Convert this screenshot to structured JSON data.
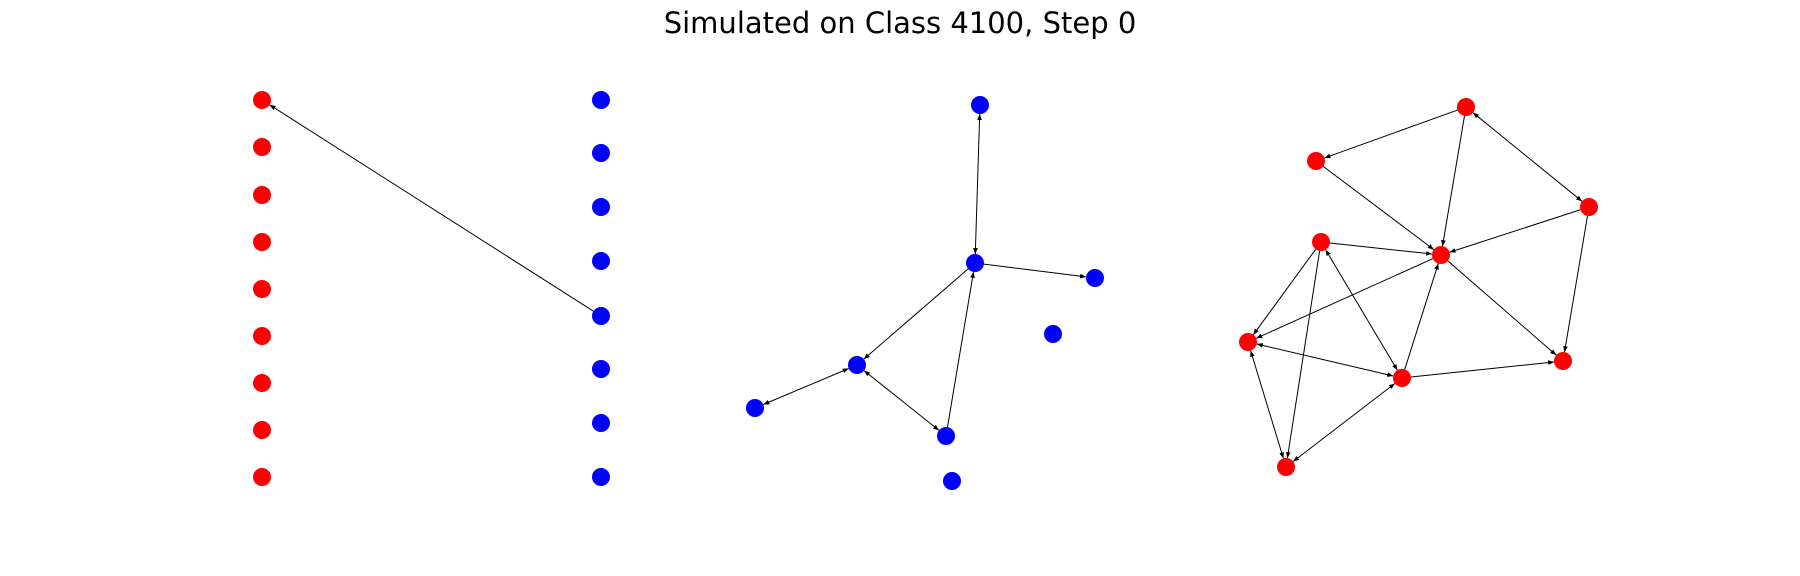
{
  "title": "Simulated on Class 4100, Step 0",
  "colors": {
    "red": "#ff0000",
    "blue": "#0000ff",
    "edge": "#000000",
    "background": "#ffffff"
  },
  "graphs": [
    {
      "name": "bipartite",
      "nodes": [
        {
          "id": "r0",
          "color": "red"
        },
        {
          "id": "r1",
          "color": "red"
        },
        {
          "id": "r2",
          "color": "red"
        },
        {
          "id": "r3",
          "color": "red"
        },
        {
          "id": "r4",
          "color": "red"
        },
        {
          "id": "r5",
          "color": "red"
        },
        {
          "id": "r6",
          "color": "red"
        },
        {
          "id": "r7",
          "color": "red"
        },
        {
          "id": "r8",
          "color": "red"
        },
        {
          "id": "b0",
          "color": "blue"
        },
        {
          "id": "b1",
          "color": "blue"
        },
        {
          "id": "b2",
          "color": "blue"
        },
        {
          "id": "b3",
          "color": "blue"
        },
        {
          "id": "b4",
          "color": "blue"
        },
        {
          "id": "b5",
          "color": "blue"
        },
        {
          "id": "b6",
          "color": "blue"
        },
        {
          "id": "b7",
          "color": "blue"
        }
      ],
      "edges": [
        {
          "from": "b4",
          "to": "r0",
          "bidirectional": false
        }
      ]
    },
    {
      "name": "blue-graph",
      "nodes": [
        {
          "id": "c0",
          "color": "blue"
        },
        {
          "id": "c1",
          "color": "blue"
        },
        {
          "id": "c2",
          "color": "blue"
        },
        {
          "id": "c3",
          "color": "blue"
        },
        {
          "id": "c4",
          "color": "blue"
        },
        {
          "id": "c5",
          "color": "blue"
        },
        {
          "id": "c6",
          "color": "blue"
        },
        {
          "id": "c7",
          "color": "blue"
        }
      ],
      "edges": [
        {
          "from": "c0",
          "to": "c1",
          "bidirectional": true
        },
        {
          "from": "c1",
          "to": "c2",
          "bidirectional": false
        },
        {
          "from": "c1",
          "to": "c4",
          "bidirectional": false
        },
        {
          "from": "c4",
          "to": "c5",
          "bidirectional": true
        },
        {
          "from": "c4",
          "to": "c6",
          "bidirectional": true
        },
        {
          "from": "c6",
          "to": "c1",
          "bidirectional": false
        }
      ]
    },
    {
      "name": "red-graph",
      "nodes": [
        {
          "id": "d0",
          "color": "red"
        },
        {
          "id": "d1",
          "color": "red"
        },
        {
          "id": "d2",
          "color": "red"
        },
        {
          "id": "d3",
          "color": "red"
        },
        {
          "id": "d4",
          "color": "red"
        },
        {
          "id": "d5",
          "color": "red"
        },
        {
          "id": "d6",
          "color": "red"
        },
        {
          "id": "d7",
          "color": "red"
        },
        {
          "id": "d8",
          "color": "red"
        }
      ],
      "edges": [
        {
          "from": "d0",
          "to": "d1",
          "bidirectional": false
        },
        {
          "from": "d0",
          "to": "d4",
          "bidirectional": false
        },
        {
          "from": "d0",
          "to": "d2",
          "bidirectional": true
        },
        {
          "from": "d1",
          "to": "d4",
          "bidirectional": false
        },
        {
          "from": "d2",
          "to": "d4",
          "bidirectional": false
        },
        {
          "from": "d2",
          "to": "d7",
          "bidirectional": false
        },
        {
          "from": "d3",
          "to": "d4",
          "bidirectional": false
        },
        {
          "from": "d3",
          "to": "d5",
          "bidirectional": false
        },
        {
          "from": "d3",
          "to": "d8",
          "bidirectional": false
        },
        {
          "from": "d3",
          "to": "d6",
          "bidirectional": true
        },
        {
          "from": "d4",
          "to": "d5",
          "bidirectional": false
        },
        {
          "from": "d4",
          "to": "d7",
          "bidirectional": false
        },
        {
          "from": "d6",
          "to": "d4",
          "bidirectional": false
        },
        {
          "from": "d6",
          "to": "d5",
          "bidirectional": true
        },
        {
          "from": "d6",
          "to": "d7",
          "bidirectional": false
        },
        {
          "from": "d6",
          "to": "d8",
          "bidirectional": true
        },
        {
          "from": "d5",
          "to": "d8",
          "bidirectional": true
        }
      ]
    }
  ]
}
